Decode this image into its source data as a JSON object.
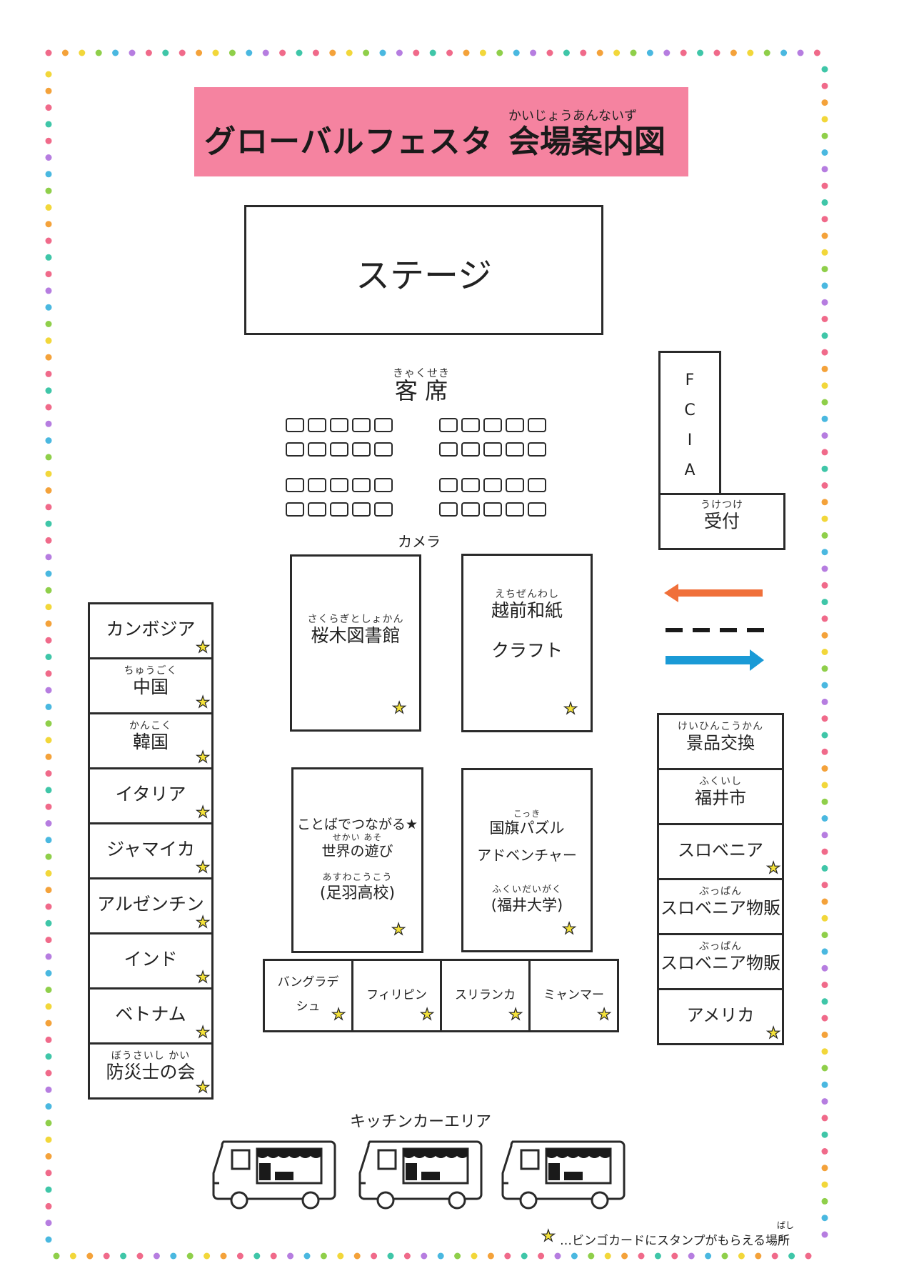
{
  "title": {
    "main": "グローバルフェスタ",
    "sub": "会場案内図",
    "sub_ruby": "かいじょうあんないず"
  },
  "stage": {
    "label": "ステージ"
  },
  "audience": {
    "label": "客 席",
    "ruby": "きゃくせき"
  },
  "camera": {
    "label": "カメラ"
  },
  "fcia": {
    "letters": [
      "F",
      "C",
      "I",
      "A"
    ]
  },
  "reception": {
    "label": "受付",
    "ruby": "うけつけ"
  },
  "legend_colors": {
    "orange_arrow": "#f0703a",
    "blue_arrow": "#1a9ad6",
    "dash": "#1a1a1a",
    "banner": "#f583a0",
    "star": "#f4e23a"
  },
  "left_column": [
    {
      "label": "カンボジア",
      "ruby": "",
      "star": true
    },
    {
      "label": "中国",
      "ruby": "ちゅうごく",
      "star": true
    },
    {
      "label": "韓国",
      "ruby": "かんこく",
      "star": true
    },
    {
      "label": "イタリア",
      "ruby": "",
      "star": true
    },
    {
      "label": "ジャマイカ",
      "ruby": "",
      "star": true
    },
    {
      "label": "アルゼンチン",
      "ruby": "",
      "star": true
    },
    {
      "label": "インド",
      "ruby": "",
      "star": true
    },
    {
      "label": "ベトナム",
      "ruby": "",
      "star": true
    },
    {
      "label": "防災士の会",
      "ruby": "ぼうさいし かい",
      "star": true
    }
  ],
  "right_column": [
    {
      "label": "景品交換",
      "ruby": "けいひんこうかん",
      "star": false
    },
    {
      "label": "福井市",
      "ruby": "ふくいし",
      "star": false
    },
    {
      "label": "スロベニア",
      "ruby": "",
      "star": true
    },
    {
      "label": "スロベニア物販",
      "ruby": "ぶっぱん",
      "star": false
    },
    {
      "label": "スロベニア物販",
      "ruby": "ぶっぱん",
      "star": false
    },
    {
      "label": "アメリカ",
      "ruby": "",
      "star": true
    }
  ],
  "center_booths": {
    "library": {
      "ruby": "さくらぎとしょかん",
      "label": "桜木図書館"
    },
    "washi": {
      "ruby": "えちぜんわし",
      "line1": "越前和紙",
      "line2": "クラフト"
    },
    "kotoba": {
      "line1": "ことばでつながる★",
      "ruby2": "せかい あそ",
      "line2": "世界の遊び",
      "ruby3": "あすわこうこう",
      "line3": "(足羽高校)"
    },
    "flag": {
      "ruby1": "こっき",
      "line1": "国旗パズル",
      "line2": "アドベンチャー",
      "ruby3": "ふくいだいがく",
      "line3": "(福井大学)"
    }
  },
  "bottom_row": [
    {
      "label1": "バングラデ",
      "label2": "シュ"
    },
    {
      "label1": "フィリピン",
      "label2": ""
    },
    {
      "label1": "スリランカ",
      "label2": ""
    },
    {
      "label1": "ミャンマー",
      "label2": ""
    }
  ],
  "kitchen": {
    "label": "キッチンカーエリア"
  },
  "footnote": {
    "text": "…ビンゴカードにスタンプがもらえる場所",
    "ruby": "ばしょ"
  }
}
